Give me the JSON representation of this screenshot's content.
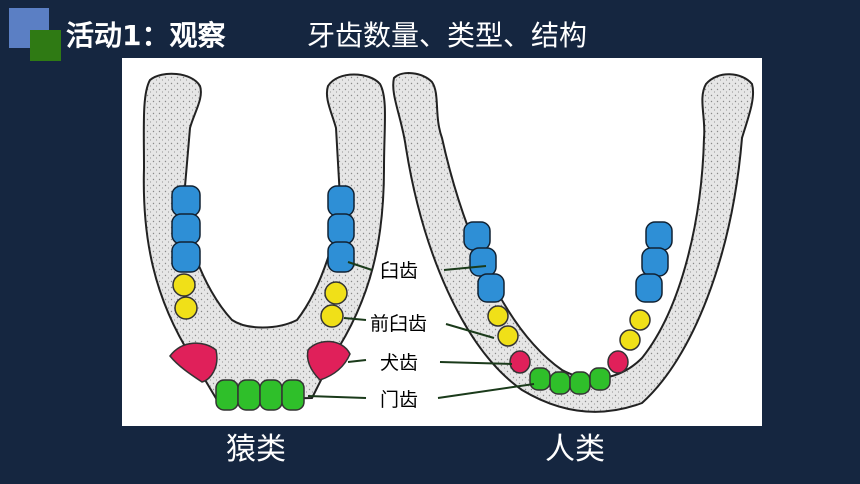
{
  "header": {
    "title": "活动1：观察",
    "subtitle": "牙齿数量、类型、结构"
  },
  "diagram": {
    "labels": {
      "molar": "臼齿",
      "premolar": "前臼齿",
      "canine": "犬齿",
      "incisor": "门齿"
    },
    "captions": {
      "ape": "猿类",
      "human": "人类"
    },
    "colors": {
      "molar": "#2e8fd6",
      "premolar": "#f0e018",
      "canine": "#e0205a",
      "incisor": "#2fbf2a",
      "bone": "#e8e8e8",
      "background": "#152640"
    }
  }
}
